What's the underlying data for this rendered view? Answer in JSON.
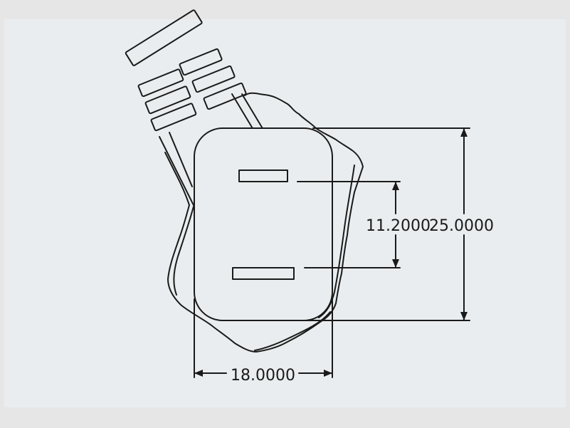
{
  "dimensions": {
    "pin_spacing": "11.2000",
    "height": "25.0000",
    "width": "18.0000"
  },
  "colors": {
    "background": "#e6e6e6",
    "panel": "#eaedef",
    "line": "#1a1a1a"
  }
}
